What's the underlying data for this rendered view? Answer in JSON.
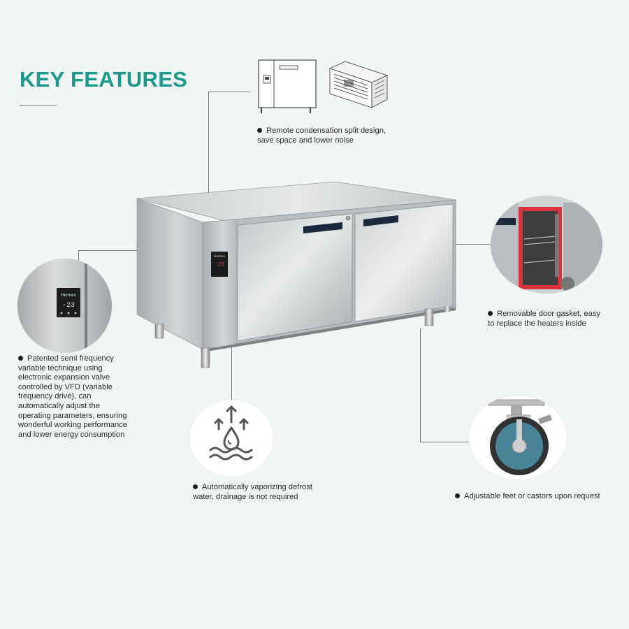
{
  "title": "KEY FEATURES",
  "brand": "Hermes",
  "display_reading": "-23",
  "features": {
    "remote": {
      "line1": "Remote condensation split design,",
      "line2": "save space and lower noise"
    },
    "vfd": {
      "lines": [
        "Patented semi frequency",
        "variable technique using",
        "electronic expansion valve",
        "controlled by VFD (variable",
        "frequency drive), can",
        "automatically adjust the",
        "operating parameters, ensuring",
        "wonderful working performance",
        "and lower energy consumption"
      ]
    },
    "defrost": {
      "line1": "Automatically vaporizing defrost",
      "line2": "water, drainage is not required"
    },
    "gasket": {
      "line1": "Removable door gasket, easy",
      "line2": "to replace the heaters inside"
    },
    "castors": {
      "line1": "Adjustable feet or castors upon request"
    }
  },
  "colors": {
    "accent": "#1a9a8a",
    "gasket": "#d8333a",
    "wheel": "#3f7f94"
  },
  "icons": [
    "condenser-unit-icon",
    "vaporize-water-icon",
    "castor-wheel-icon",
    "control-panel-icon"
  ]
}
